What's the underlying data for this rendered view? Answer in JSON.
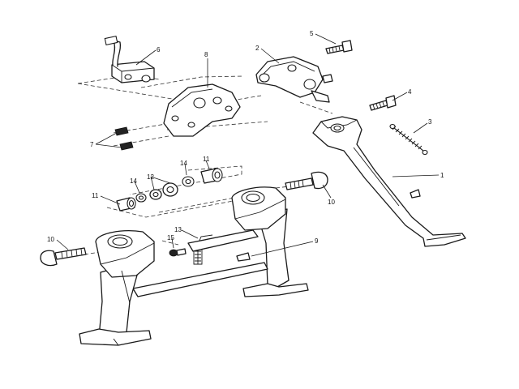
{
  "diagram": {
    "callouts": {
      "c1": "1",
      "c2": "2",
      "c3": "3",
      "c4": "4",
      "c5": "5",
      "c6": "6",
      "c7": "7",
      "c8": "8",
      "c9": "9",
      "c10a": "10",
      "c10b": "10",
      "c11a": "11",
      "c11b": "11",
      "c12": "12",
      "c13": "13",
      "c14a": "14",
      "c14b": "14",
      "c15": "15"
    }
  }
}
